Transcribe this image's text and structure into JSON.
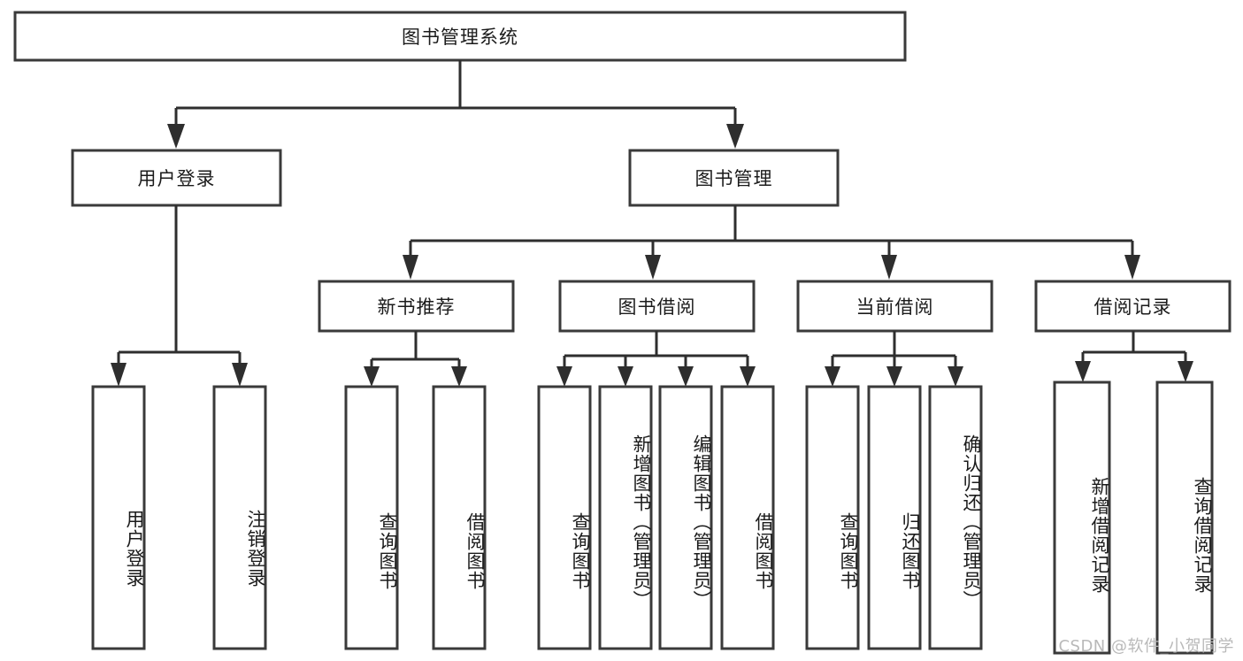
{
  "diagram": {
    "title": "图书管理系统",
    "watermark": "CSDN @软件_小贺同学",
    "type": "tree-hierarchy",
    "colors": {
      "box_fill": "#ffffff",
      "box_stroke": "#3a3a3a",
      "connector": "#2e2e2e",
      "text": "#1b1b1b",
      "watermark": "#b9b9b9",
      "background": "#ffffff"
    },
    "levels": {
      "root": {
        "label": "图书管理系统"
      },
      "level2": [
        {
          "label": "用户登录"
        },
        {
          "label": "图书管理"
        }
      ],
      "level3": [
        {
          "label": "新书推荐"
        },
        {
          "label": "图书借阅"
        },
        {
          "label": "当前借阅"
        },
        {
          "label": "借阅记录"
        }
      ],
      "leaves": {
        "user_login": [
          {
            "label": "用户登录"
          },
          {
            "label": "注销登录"
          }
        ],
        "new_book_recommend": [
          {
            "label": "查询图书"
          },
          {
            "label": "借阅图书"
          }
        ],
        "book_borrow": [
          {
            "label": "查询图书"
          },
          {
            "label": "新增图书（管理员）"
          },
          {
            "label": "编辑图书（管理员）"
          },
          {
            "label": "借阅图书"
          }
        ],
        "current_borrow": [
          {
            "label": "查询图书"
          },
          {
            "label": "归还图书"
          },
          {
            "label": "确认归还（管理员）"
          }
        ],
        "borrow_records": [
          {
            "label": "新增借阅记录"
          },
          {
            "label": "查询借阅记录"
          }
        ]
      }
    }
  }
}
